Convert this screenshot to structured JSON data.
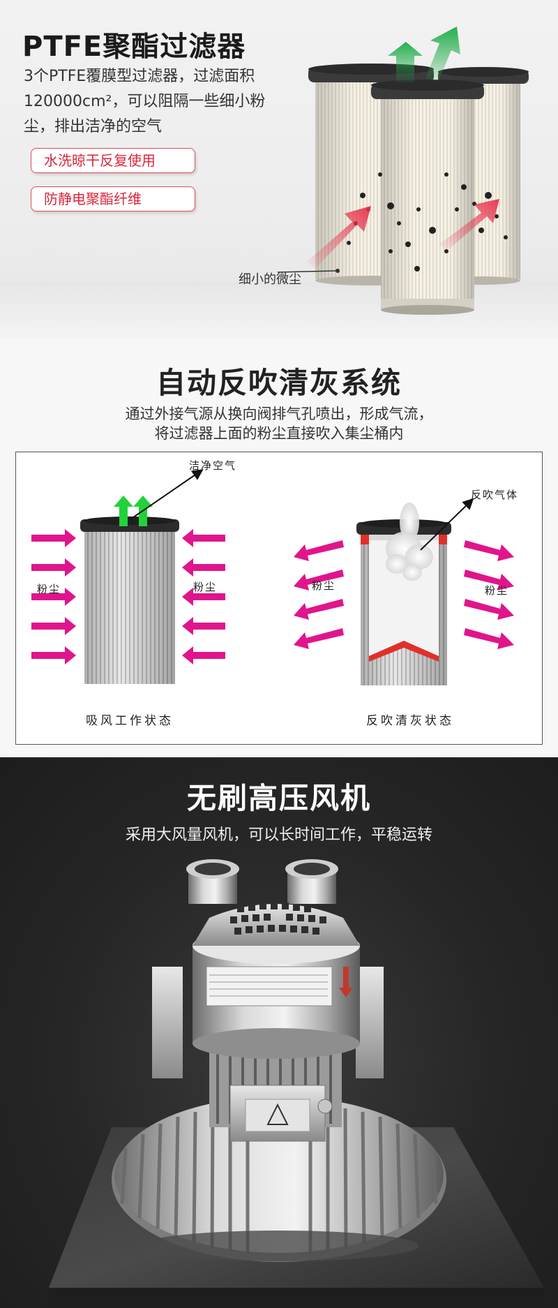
{
  "filter_section": {
    "title": "PTFE聚酯过滤器",
    "desc_lines": [
      "3个PTFE覆膜型过滤器，过滤面积",
      "120000cm²，可以阻隔一些细小粉",
      "尘，排出洁净的空气"
    ],
    "tags": [
      "水洗晾干反复使用",
      "防静电聚酯纤维"
    ],
    "dust_label": "细小的微尘"
  },
  "cleaning_section": {
    "title": "自动反吹清灰系统",
    "desc_lines": [
      "通过外接气源从换向阀排气孔喷出，形成气流，",
      "将过滤器上面的粉尘直接吹入集尘桶内"
    ],
    "clean_air_label": "洁净空气",
    "dust_label": "粉尘",
    "backflush_gas_label": "反吹气体",
    "suction_state": "吸风工作状态",
    "backflush_state": "反吹清灰状态"
  },
  "blower_section": {
    "title": "无刷高压风机",
    "desc": "采用大风量风机，可以长时间工作，平稳运转"
  },
  "colors": {
    "tag_red": "#d9263a",
    "arrow_green": "#22d23a",
    "arrow_magenta": "#e0158c",
    "arrow_red": "#e8314a"
  }
}
